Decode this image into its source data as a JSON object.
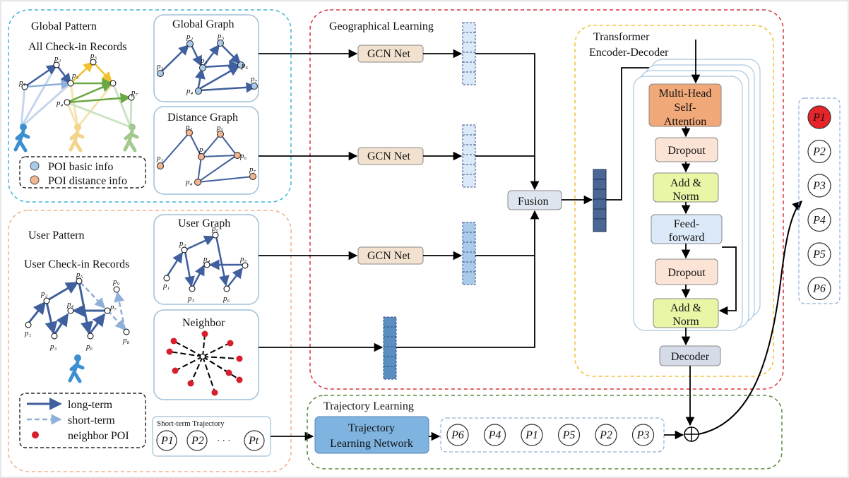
{
  "global_pattern": {
    "title": "Global Pattern",
    "records_title": "All Check-in Records",
    "legend": {
      "basic": "POI basic info",
      "distance": "POI distance info"
    }
  },
  "user_pattern": {
    "title": "User Pattern",
    "records_title": "User Check-in Records",
    "legend": {
      "long": "long-term",
      "short": "short-term",
      "neighbor": "neighbor POI"
    }
  },
  "graphs": {
    "global": "Global  Graph",
    "distance": "Distance Graph",
    "user": "User Graph",
    "neighbor": "Neighbor"
  },
  "short_term": {
    "title": "Short-term Trajectory",
    "items": [
      "P1",
      "P2",
      "Pt"
    ],
    "dots": "· · ·"
  },
  "geo": {
    "title": "Geographical Learning",
    "gcn": [
      "GCN Net",
      "GCN Net",
      "GCN Net"
    ],
    "fusion": "Fusion"
  },
  "transformer": {
    "title_line1": "Transformer",
    "title_line2": "Encoder-Decoder",
    "mha": [
      "Multi-Head",
      "Self-",
      "Attention"
    ],
    "dropout1": "Dropout",
    "addnorm1": [
      "Add &",
      "Norm"
    ],
    "ff": [
      "Feed-",
      "forward"
    ],
    "dropout2": "Dropout",
    "addnorm2": [
      "Add &",
      "Norm"
    ],
    "decoder": "Decoder"
  },
  "trajectory": {
    "title": "Trajectory Learning",
    "network": [
      "Trajectory",
      "Learning Network"
    ],
    "sequence": [
      "P6",
      "P4",
      "P1",
      "P5",
      "P2",
      "P3"
    ]
  },
  "output": [
    "P1",
    "P2",
    "P3",
    "P4",
    "P5",
    "P6"
  ],
  "colors": {
    "blue_dash": "#3fb3d9",
    "orange_dash": "#f0b088",
    "red_dash": "#d8333a",
    "green_dash": "#5a8a3c",
    "yellow_dash": "#f2c030",
    "gcn": "#f2e1cf",
    "mha": "#f2a97a",
    "dropout": "#fbe4d6",
    "addnorm": "#e8f6a6",
    "ff": "#dce9f8",
    "decoder": "#d5dce8",
    "fusion": "#dfe5ee",
    "tln": "#7fb3e0",
    "highlight": "#e8232a",
    "edge": "#3f5f9e"
  }
}
